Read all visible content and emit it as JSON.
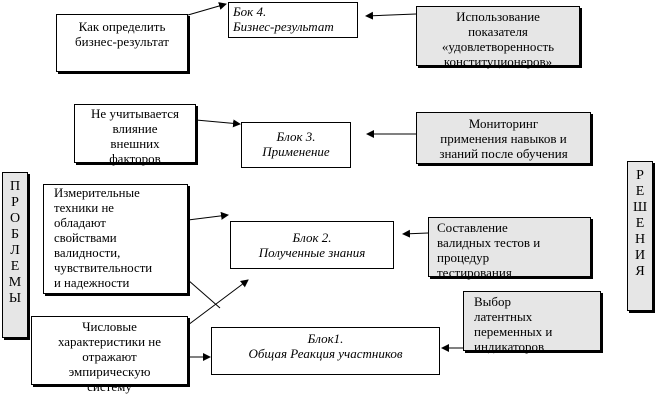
{
  "blocks": {
    "block4": {
      "title": "Бок 4.",
      "subtitle": "Бизнес-результат"
    },
    "block3": {
      "title": "Блок 3.",
      "subtitle": "Применение"
    },
    "block2": {
      "title": "Блок 2.",
      "subtitle": "Полученные знания"
    },
    "block1": {
      "title": "Блок1.",
      "subtitle": "Общая Реакция участников"
    }
  },
  "problems": {
    "label": "П\nР\nО\nБ\nЛ\nЕ\nМ\nЫ",
    "items": [
      "Как определить\nбизнес-результат",
      "Не учитывается\nвлияние\nвнешних\nфакторов",
      "Измерительные\nтехники не\nобладают\nсвойствами\nвалидности,\nчувствительности\nи надежности",
      "Числовые\nхарактеристики не\nотражают\nэмпирическую\nсистему"
    ]
  },
  "solutions": {
    "label": "Р\nЕ\nШ\nЕ\nН\nИ\nЯ",
    "items": [
      "Использование\nпоказателя\n«удовлетворенность\nконституционеров»",
      "Мониторинг\nприменения навыков и\nзнаний после обучения",
      "Составление\nвалидных тестов и\nпроцедур\nтестирования",
      "Выбор\nлатентных\nпеременных и\nиндикаторов"
    ]
  }
}
